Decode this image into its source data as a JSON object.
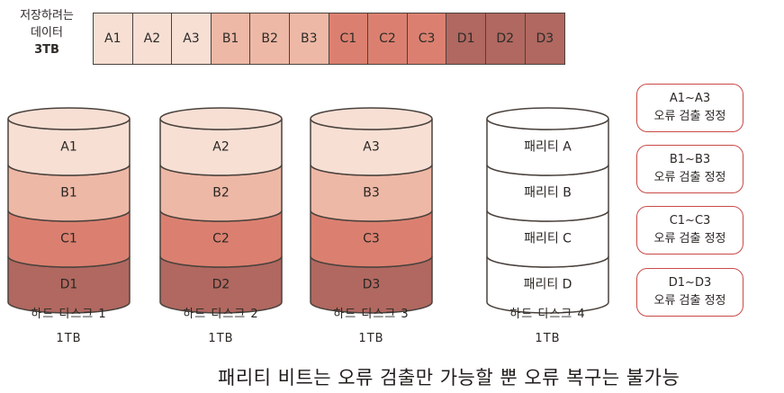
{
  "source_data": {
    "label_line1": "저장하려는",
    "label_line2": "데이터",
    "label_size": "3TB",
    "blocks": [
      {
        "label": "A1",
        "color": "#f7dfd4"
      },
      {
        "label": "A2",
        "color": "#f7dfd4"
      },
      {
        "label": "A3",
        "color": "#f7dfd4"
      },
      {
        "label": "B1",
        "color": "#eeb8a6"
      },
      {
        "label": "B2",
        "color": "#eeb8a6"
      },
      {
        "label": "B3",
        "color": "#eeb8a6"
      },
      {
        "label": "C1",
        "color": "#db8070"
      },
      {
        "label": "C2",
        "color": "#db8070"
      },
      {
        "label": "C3",
        "color": "#db8070"
      },
      {
        "label": "D1",
        "color": "#b06860"
      },
      {
        "label": "D2",
        "color": "#b06860"
      },
      {
        "label": "D3",
        "color": "#b06860"
      }
    ]
  },
  "disks": [
    {
      "name": "하드 디스크 1",
      "capacity": "1TB",
      "segments": [
        {
          "label": "A1",
          "color": "#f7dfd4"
        },
        {
          "label": "B1",
          "color": "#eeb8a6"
        },
        {
          "label": "C1",
          "color": "#db8070"
        },
        {
          "label": "D1",
          "color": "#b06860"
        }
      ]
    },
    {
      "name": "하드 디스크 2",
      "capacity": "1TB",
      "segments": [
        {
          "label": "A2",
          "color": "#f7dfd4"
        },
        {
          "label": "B2",
          "color": "#eeb8a6"
        },
        {
          "label": "C2",
          "color": "#db8070"
        },
        {
          "label": "D2",
          "color": "#b06860"
        }
      ]
    },
    {
      "name": "하드 디스크 3",
      "capacity": "1TB",
      "segments": [
        {
          "label": "A3",
          "color": "#f7dfd4"
        },
        {
          "label": "B3",
          "color": "#eeb8a6"
        },
        {
          "label": "C3",
          "color": "#db8070"
        },
        {
          "label": "D3",
          "color": "#b06860"
        }
      ]
    },
    {
      "name": "하드 디스크 4",
      "capacity": "1TB",
      "segments": [
        {
          "label": "패리티 A",
          "color": "#ffffff"
        },
        {
          "label": "패리티 B",
          "color": "#ffffff"
        },
        {
          "label": "패리티 C",
          "color": "#ffffff"
        },
        {
          "label": "패리티 D",
          "color": "#ffffff"
        }
      ]
    }
  ],
  "callouts": [
    {
      "range": "A1~A3",
      "text": "오류 검출 정정"
    },
    {
      "range": "B1~B3",
      "text": "오류 검출 정정"
    },
    {
      "range": "C1~C3",
      "text": "오류 검출 정정"
    },
    {
      "range": "D1~D3",
      "text": "오류 검출 정정"
    }
  ],
  "footer": "패리티 비트는 오류 검출만 가능할 뿐 오류 복구는 불가능",
  "colors": {
    "outline": "#4a423d",
    "callout_border": "#c84a48"
  }
}
